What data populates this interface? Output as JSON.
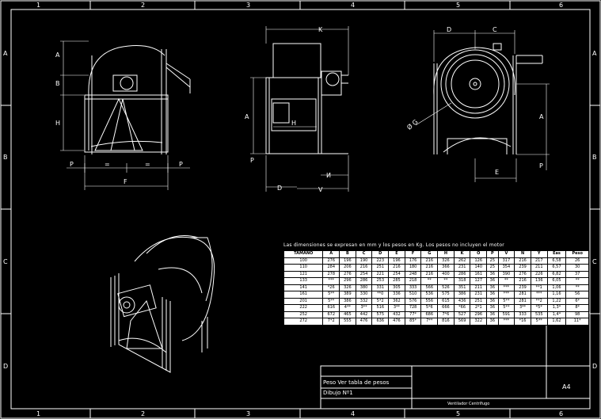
{
  "border": {
    "columns": [
      "1",
      "2",
      "3",
      "4",
      "5",
      "6"
    ],
    "rows": [
      "A",
      "B",
      "C",
      "D"
    ]
  },
  "views": {
    "front": {
      "dims": [
        "A",
        "B",
        "H",
        "P",
        "=",
        "=",
        "P",
        "F"
      ]
    },
    "side": {
      "dims": [
        "K",
        "A",
        "H",
        "P",
        "D",
        "V",
        "И"
      ]
    },
    "rear": {
      "dims": [
        "D",
        "C",
        "A",
        "P",
        "E"
      ],
      "diameter": "Ø G"
    }
  },
  "table": {
    "caption": "Las dimensiones se expresan en mm y los pesos en Kg. Los pesos no incluyen el motor",
    "headers": [
      "TAMAÑO",
      "A",
      "B",
      "C",
      "D",
      "E",
      "F",
      "G",
      "H",
      "K",
      "O",
      "P",
      "V",
      "N",
      "Y",
      "Eas",
      "Peso"
    ],
    "rows": [
      [
        "100",
        "276",
        "196",
        "190",
        "223",
        "196",
        "176",
        "216",
        "326",
        "262",
        "126",
        "25",
        "317",
        "216",
        "217",
        "6,58",
        "26"
      ],
      [
        "110",
        "284",
        "206",
        "216",
        "251",
        "216",
        "180",
        "216",
        "366",
        "231",
        "140",
        "25",
        "354",
        "239",
        "211",
        "6,57",
        "30"
      ],
      [
        "121",
        "278",
        "276",
        "254",
        "221",
        "254",
        "248",
        "216",
        "400",
        "286",
        "161",
        "36",
        "390",
        "276",
        "226",
        "6,82",
        "37"
      ],
      [
        "133",
        "***",
        "296",
        "286",
        "253",
        "285",
        "218",
        "**",
        "**",
        "318",
        "127",
        "36",
        "**",
        "216",
        "136",
        "6,05",
        "**"
      ],
      [
        "141",
        "*26",
        "326",
        "380",
        "331",
        "305",
        "333",
        "566",
        "526",
        "351",
        "211",
        "36",
        "***",
        "239",
        "**1",
        "1,06",
        "**"
      ],
      [
        "161",
        "5**",
        "389",
        "330",
        "**0",
        "336",
        "510",
        "536",
        "575",
        "386",
        "231",
        "36",
        "***",
        "281",
        "***",
        "1,16",
        "56"
      ],
      [
        "201",
        "5**",
        "386",
        "332",
        "5*2",
        "362",
        "576",
        "556",
        "615",
        "436",
        "251",
        "36",
        "5**",
        "281",
        "**2",
        "1,22",
        "6*"
      ],
      [
        "222",
        "616",
        "4**",
        "3**",
        "516",
        "3**",
        "728",
        "5*6",
        "666",
        "*66",
        "2*1",
        "36",
        "5**",
        "3**",
        "*5*",
        "1,3*",
        "8*"
      ],
      [
        "252",
        "672",
        "465",
        "442",
        "575",
        "432",
        "77*",
        "686",
        "7*6",
        "527",
        "296",
        "36",
        "591",
        "333",
        "535",
        "1,4*",
        "98"
      ],
      [
        "272",
        "7*2",
        "555",
        "476",
        "636",
        "476",
        "85*",
        "7**",
        "816",
        "569",
        "322",
        "36",
        "***",
        "*16",
        "5**",
        "1,62",
        "11*"
      ]
    ]
  },
  "title_block": {
    "line1": "Peso   Ver tabla de pesos",
    "line2": "Dibujo Nº1",
    "sheet_size": "A4",
    "footer": "Ventilador Centrífugo"
  }
}
